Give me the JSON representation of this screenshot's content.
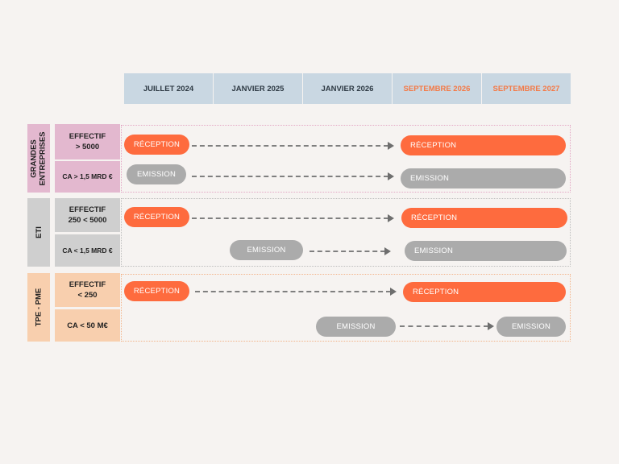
{
  "header": {
    "dates": [
      "JUILLET 2024",
      "JANVIER 2025",
      "JANVIER 2026",
      "SEPTEMBRE 2026",
      "SEPTEMBRE 2027"
    ]
  },
  "groups": {
    "grandes": {
      "label": "GRANDES\nENTREPRISES",
      "color": "#e3b8cf",
      "row1": {
        "criterion": "EFFECTIF\n> 5000",
        "start": "RÉCEPTION",
        "end": "RÉCEPTION"
      },
      "row2": {
        "criterion": "CA > 1,5 MRD €",
        "start": "EMISSION",
        "end": "EMISSION"
      }
    },
    "eti": {
      "label": "ETI",
      "color": "#cfcfcf",
      "row1": {
        "criterion": "EFFECTIF\n250 < 5000",
        "start": "RÉCEPTION",
        "end": "RÉCEPTION"
      },
      "row2": {
        "criterion": "CA < 1,5 MRD €",
        "start": "EMISSION",
        "end": "EMISSION"
      }
    },
    "tpe": {
      "label": "TPE - PME",
      "color": "#f8cfae",
      "row1": {
        "criterion": "EFFECTIF\n< 250",
        "start": "RÉCEPTION",
        "end": "RÉCEPTION"
      },
      "row2": {
        "criterion": "CA < 50 M€",
        "start": "EMISSION",
        "end": "EMISSION"
      }
    }
  },
  "colors": {
    "reception": "#fe6b3e",
    "emission": "#ababab",
    "header_bg": "#c9d7e2",
    "header_highlight": "#f47a47"
  }
}
